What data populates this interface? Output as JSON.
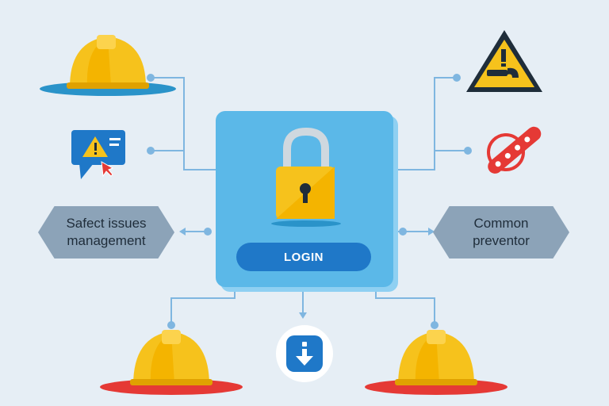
{
  "login": {
    "label": "LOGIN"
  },
  "left_node": {
    "line1": "Safect issues",
    "line2": "management"
  },
  "right_node": {
    "line1": "Common",
    "line2": "preventor"
  },
  "colors": {
    "background": "#e6eef5",
    "card": "#5bb8e8",
    "login_button": "#1f78c8",
    "connector": "#7fb6e0",
    "helmet": "#f4b400",
    "hexagon": "#8ca3b8",
    "warning_red": "#e53935"
  },
  "icons": {
    "top_left": "hard-hat-icon",
    "mid_left": "alert-message-icon",
    "top_right": "hazard-warning-sign-icon",
    "mid_right": "prohibited-chain-icon",
    "center": "padlock-icon",
    "bottom_center": "info-download-icon",
    "bottom_left": "hard-hat-icon",
    "bottom_right": "hard-hat-icon"
  }
}
